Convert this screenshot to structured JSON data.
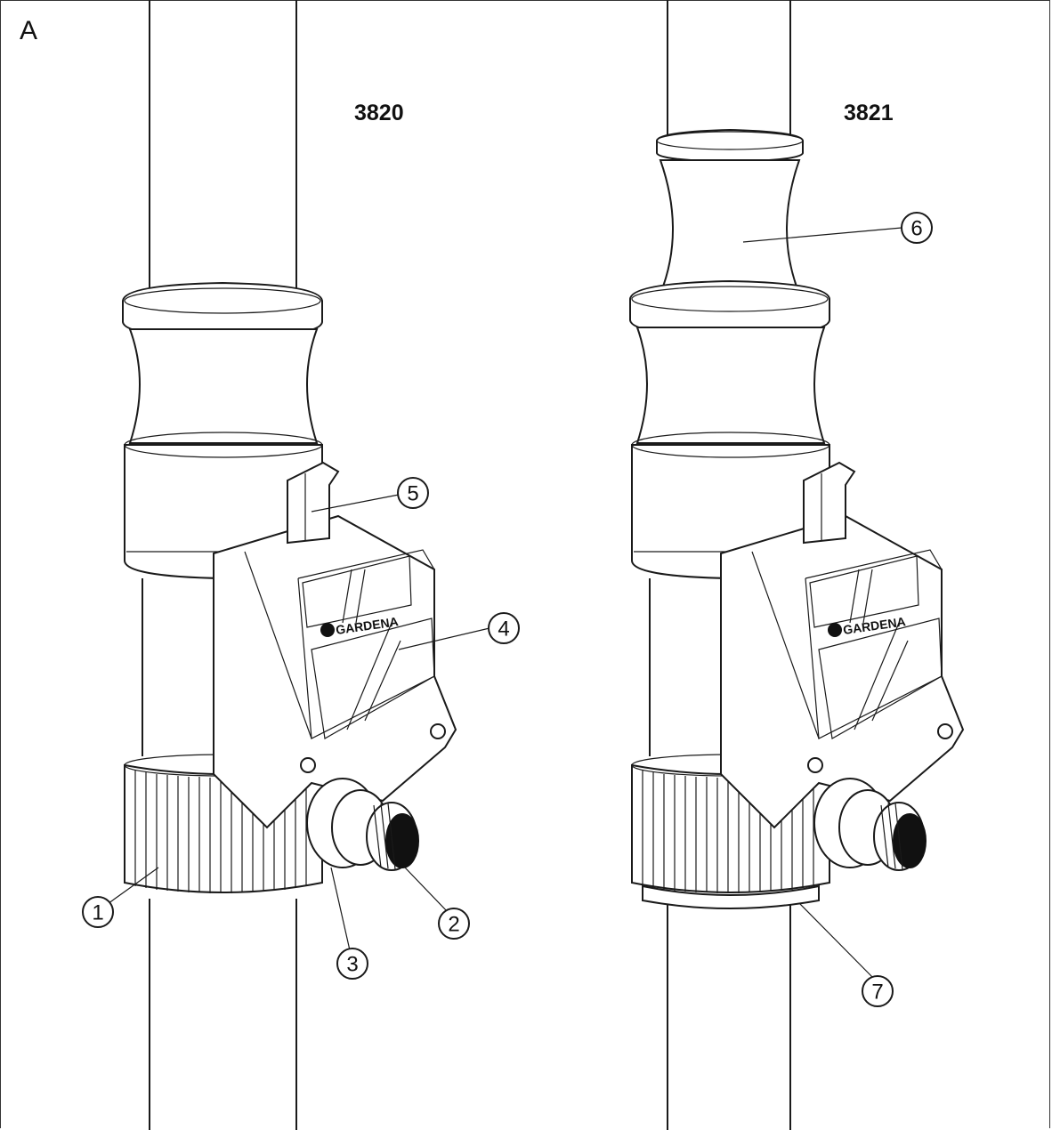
{
  "figure": {
    "panel_letter": "A",
    "models": {
      "left": "3820",
      "right": "3821"
    },
    "brand": "GARDENA",
    "callouts": [
      "1",
      "2",
      "3",
      "4",
      "5",
      "6",
      "7"
    ]
  }
}
